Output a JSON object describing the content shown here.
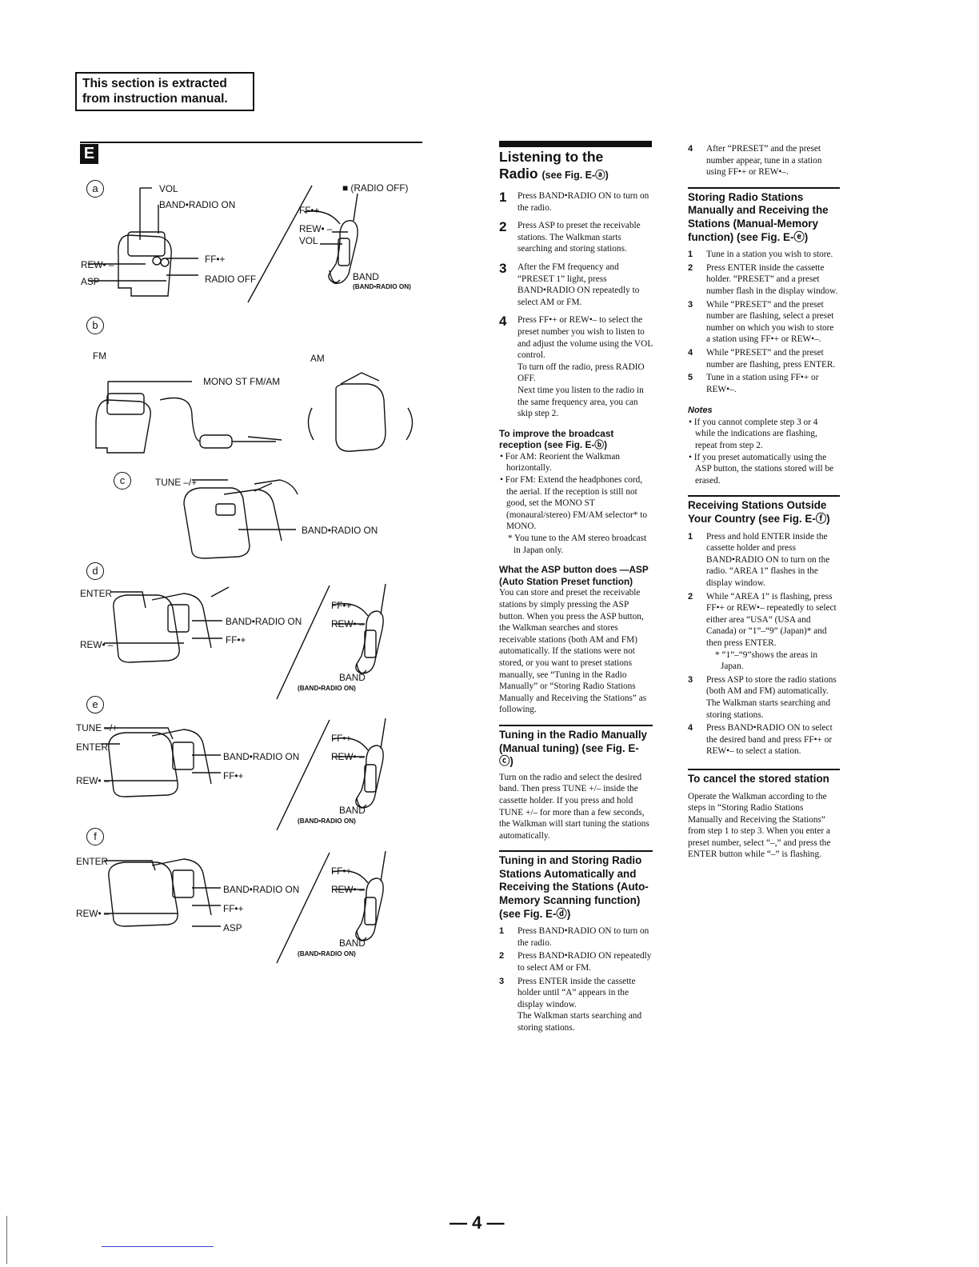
{
  "notice": {
    "line1": "This section is extracted",
    "line2": "from instruction manual."
  },
  "figure": {
    "letter": "E",
    "panels": {
      "a": {
        "marker": "a",
        "labels": [
          "VOL",
          "BAND•RADIO ON",
          "REW• –",
          "ASP",
          "FF•+",
          "RADIO OFF",
          "■ (RADIO OFF)",
          "FF•+",
          "REW• –",
          "VOL",
          "BAND"
        ],
        "sublabel": "(BAND•RADIO ON)"
      },
      "b": {
        "marker": "b",
        "labels": [
          "FM",
          "AM",
          "MONO ST FM/AM"
        ]
      },
      "c": {
        "marker": "c",
        "labels": [
          "TUNE –/+",
          "BAND•RADIO ON"
        ]
      },
      "d": {
        "marker": "d",
        "labels": [
          "ENTER",
          "BAND•RADIO ON",
          "REW• –",
          "FF•+",
          "FF•+",
          "REW• –",
          "BAND"
        ],
        "sublabel": "(BAND•RADIO ON)"
      },
      "e": {
        "marker": "e",
        "labels": [
          "TUNE –/+",
          "ENTER",
          "BAND•RADIO ON",
          "REW• –",
          "FF•+",
          "FF•+",
          "REW• –",
          "BAND"
        ],
        "sublabel": "(BAND•RADIO ON)"
      },
      "f": {
        "marker": "f",
        "labels": [
          "ENTER",
          "BAND•RADIO ON",
          "REW• –",
          "FF•+",
          "ASP",
          "FF•+",
          "REW• –",
          "BAND"
        ],
        "sublabel": "(BAND•RADIO ON)"
      }
    }
  },
  "col1": {
    "title": "Listening to the",
    "title2": "Radio",
    "title_ref": "(see Fig. E-ⓐ)",
    "steps": [
      {
        "n": "1",
        "text": "Press BAND•RADIO ON to turn on the radio."
      },
      {
        "n": "2",
        "text": "Press ASP to preset the receivable stations. The Walkman starts searching and storing stations."
      },
      {
        "n": "3",
        "text": "After the FM frequency and “PRESET 1” light, press BAND•RADIO ON repeatedly to select AM or FM."
      },
      {
        "n": "4",
        "text": "Press FF•+ or REW•– to select the preset number you wish to listen to and adjust the volume using the VOL control.",
        "extra": [
          "To turn off the radio, press RADIO OFF.",
          "Next time you listen to the radio in the same frequency area, you can skip step 2."
        ]
      }
    ],
    "improve": {
      "heading": "To improve the broadcast reception (see Fig. E-ⓑ)",
      "bullets": [
        "For AM: Reorient the Walkman horizontally.",
        "For FM: Extend the headphones cord, the aerial. If the reception is still not good, set the MONO ST (monaural/stereo) FM/AM selector* to MONO."
      ],
      "subnote": "* You tune to the AM stereo broadcast in Japan only."
    },
    "asp": {
      "heading": "What the ASP button does —ASP (Auto Station Preset function)",
      "text": "You can store and preset the receivable stations by simply pressing the ASP button. When you press the ASP button, the Walkman searches and stores receivable stations (both AM and FM) automatically. If the stations were not stored, or you want to preset stations manually, see “Tuning in the Radio Manually” or “Storing Radio Stations Manually and Receiving the Stations” as following."
    },
    "manual": {
      "heading": "Tuning in the Radio Manually (Manual tuning) (see Fig. E-ⓒ)",
      "text": "Turn on the radio and select the desired band. Then press TUNE +/– inside the cassette holder. If you press and hold TUNE +/– for more than a few seconds, the Walkman will start tuning the stations automatically."
    },
    "automemory": {
      "heading": "Tuning in and Storing Radio Stations Automatically and Receiving the Stations (Auto-Memory Scanning function) (see Fig. E-ⓓ)",
      "steps": [
        {
          "n": "1",
          "text": "Press BAND•RADIO ON to turn on the radio."
        },
        {
          "n": "2",
          "text": "Press BAND•RADIO ON repeatedly to select AM or FM."
        },
        {
          "n": "3",
          "text": "Press ENTER inside the cassette holder until “A” appears in the display window.",
          "extra": "The Walkman starts searching and storing stations."
        }
      ]
    }
  },
  "col2": {
    "step4": {
      "n": "4",
      "text": "After “PRESET” and the preset number appear, tune in a station using FF•+ or REW•–."
    },
    "storing": {
      "heading": "Storing Radio Stations Manually and Receiving the Stations (Manual-Memory function) (see Fig. E-ⓔ)",
      "steps": [
        {
          "n": "1",
          "text": "Tune in a station you wish to store."
        },
        {
          "n": "2",
          "text": "Press ENTER inside the cassette holder. “PRESET” and a preset number flash in the display window."
        },
        {
          "n": "3",
          "text": "While “PRESET” and the preset number are flashing, select a preset number on which you wish to store a station using FF•+ or REW•–."
        },
        {
          "n": "4",
          "text": "While “PRESET” and the preset number are flashing, press ENTER."
        },
        {
          "n": "5",
          "text": "Tune in a station using FF•+ or REW•–."
        }
      ]
    },
    "notes": {
      "heading": "Notes",
      "items": [
        "If you cannot complete step 3 or 4 while the indications are flashing, repeat from step 2.",
        "If you preset automatically using the ASP button, the stations stored will be erased."
      ]
    },
    "outside": {
      "heading": "Receiving Stations Outside Your Country (see Fig. E-ⓕ)",
      "steps": [
        {
          "n": "1",
          "text": "Press and hold ENTER inside the cassette holder and press BAND•RADIO ON to turn on the radio. “AREA 1” flashes in the display window."
        },
        {
          "n": "2",
          "text": "While “AREA 1” is flashing, press FF•+ or REW•– repeatedly to select either area “USA” (USA and Canada) or “1”–“9” (Japan)* and then press ENTER.",
          "note": "* “1”–“9”shows the areas in Japan."
        },
        {
          "n": "3",
          "text": "Press ASP to store the radio stations (both AM and FM) automatically.",
          "extra": "The Walkman starts searching and storing stations."
        },
        {
          "n": "4",
          "text": "Press BAND•RADIO ON to select the desired band and press FF•+ or REW•– to select a station."
        }
      ]
    },
    "cancel": {
      "heading": "To cancel the stored station",
      "text": "Operate the Walkman according to the steps in “Storing Radio Stations Manually and Receiving the Stations” from step 1 to step 3. When you enter a preset number, select “–,” and press the ENTER button while “–” is flashing."
    }
  },
  "page_number": "— 4 —"
}
